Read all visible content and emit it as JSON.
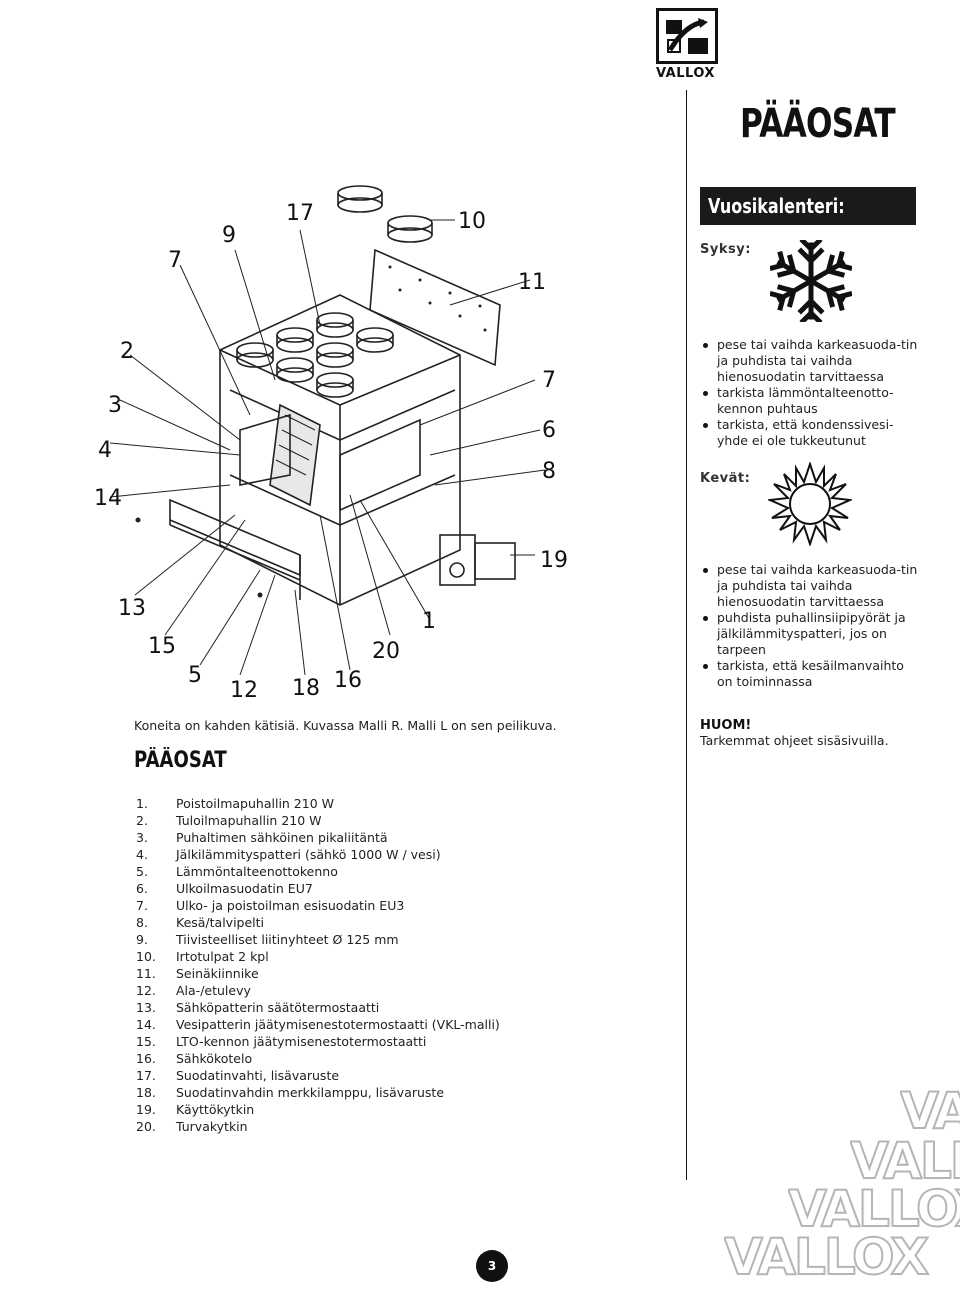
{
  "brand": {
    "name": "VALLOX",
    "logo_icon": "vallox-logo-icon"
  },
  "header": {
    "title": "PÄÄOSAT"
  },
  "calendar": {
    "heading": "Vuosikalenteri:",
    "autumn": {
      "label": "Syksy:",
      "icon": "snowflake-icon",
      "items": [
        "pese tai vaihda karkeasuoda-tin ja puhdista tai vaihda hienosuodatin tarvittaessa",
        "tarkista lämmöntalteenotto-kennon puhtaus",
        "tarkista, että kondenssivesi-yhde ei ole tukkeutunut"
      ]
    },
    "spring": {
      "label": "Kevät:",
      "icon": "sun-icon",
      "items": [
        "pese tai vaihda karkeasuoda-tin ja puhdista tai vaihda hienosuodatin tarvittaessa",
        "puhdista puhallinsiipipyörät ja jälkilämmityspatteri, jos on tarpeen",
        "tarkista, että kesäilmanvaihto on toiminnassa"
      ]
    },
    "note_label": "HUOM!",
    "note_text": "Tarkemmat ohjeet sisäsivuilla."
  },
  "diagram": {
    "caption": "Koneita on kahden kätisiä. Kuvassa Malli R. Malli L on sen peilikuva.",
    "callouts": [
      "1",
      "2",
      "3",
      "4",
      "5",
      "6",
      "7",
      "7",
      "8",
      "9",
      "10",
      "11",
      "12",
      "13",
      "14",
      "15",
      "16",
      "17",
      "18",
      "19",
      "20"
    ]
  },
  "parts": {
    "title": "PÄÄOSAT",
    "items": [
      {
        "num": "1.",
        "text": "Poistoilmapuhallin 210 W"
      },
      {
        "num": "2.",
        "text": "Tuloilmapuhallin 210 W"
      },
      {
        "num": "3.",
        "text": "Puhaltimen sähköinen pikaliitäntä"
      },
      {
        "num": "4.",
        "text": "Jälkilämmityspatteri (sähkö 1000 W / vesi)"
      },
      {
        "num": "5.",
        "text": "Lämmöntalteenottokenno"
      },
      {
        "num": "6.",
        "text": "Ulkoilmasuodatin EU7"
      },
      {
        "num": "7.",
        "text": "Ulko- ja poistoilman esisuodatin EU3"
      },
      {
        "num": "8.",
        "text": "Kesä/talvipelti"
      },
      {
        "num": "9.",
        "text": "Tiivisteelliset liitinyhteet Ø 125 mm"
      },
      {
        "num": "10.",
        "text": "Irtotulpat 2 kpl"
      },
      {
        "num": "11.",
        "text": "Seinäkiinnike"
      },
      {
        "num": "12.",
        "text": "Ala-/etulevy"
      },
      {
        "num": "13.",
        "text": "Sähköpatterin säätötermostaatti"
      },
      {
        "num": "14.",
        "text": "Vesipatterin jäätymisenestotermostaatti (VKL-malli)"
      },
      {
        "num": "15.",
        "text": "LTO-kennon jäätymisenestotermostaatti"
      },
      {
        "num": "16.",
        "text": "Sähkökotelo"
      },
      {
        "num": "17.",
        "text": "Suodatinvahti, lisävaruste"
      },
      {
        "num": "18.",
        "text": "Suodatinvahdin merkkilamppu, lisävaruste"
      },
      {
        "num": "19.",
        "text": "Käyttökytkin"
      },
      {
        "num": "20.",
        "text": "Turvakytkin"
      }
    ]
  },
  "page_number": "3",
  "watermark": {
    "text": "VALLOX"
  }
}
